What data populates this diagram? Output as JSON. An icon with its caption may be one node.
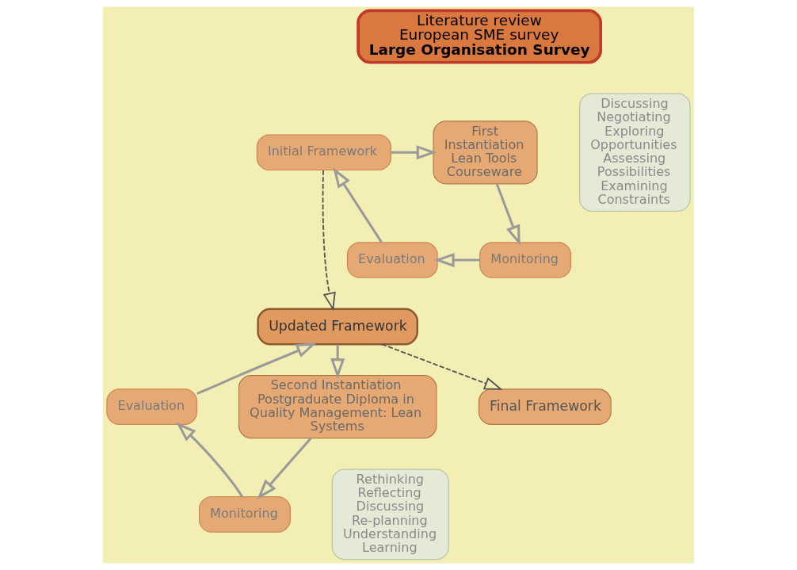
{
  "diagram": {
    "nodes": [
      {
        "text": [
          "Literature review",
          "European SME survey",
          "Large Organisation Survey"
        ]
      },
      {
        "text": [
          "Initial Framework"
        ]
      },
      {
        "text": [
          "Evaluation"
        ]
      },
      {
        "text": [
          "First Instantiation Lean Tools Courseware"
        ]
      },
      {
        "text": [
          "Monitoring"
        ]
      },
      {
        "text": [
          "Updated Framework"
        ]
      },
      {
        "text": [
          "Evaluation"
        ]
      },
      {
        "text": [
          "Second Instantiation Postgraduate Diploma in Quality Management: Lean Systems"
        ]
      },
      {
        "text": [
          "Monitoring"
        ]
      },
      {
        "text": [
          "Final Framework"
        ]
      },
      {
        "text": [
          "Discussing",
          "Negotiating",
          "Exploring",
          "Opportunities",
          "Assessing",
          "Possibilities",
          "Examining",
          "Constraints"
        ]
      },
      {
        "text": [
          "Rethinking",
          "Reflecting",
          "Discussing",
          "Re-planning",
          "Understanding",
          "Learning"
        ]
      }
    ],
    "edges": [
      {
        "from": 2,
        "to": 1,
        "arrow": "to"
      },
      {
        "from": 1,
        "to": 3,
        "arrow": "to"
      },
      {
        "from": 3,
        "to": 4,
        "arrow": "to"
      },
      {
        "from": 4,
        "to": 2,
        "arrow": "to"
      },
      {
        "from": 1,
        "to": 5,
        "arrow": "to",
        "style": "dashed"
      },
      {
        "from": 6,
        "to": 5,
        "arrow": "to"
      },
      {
        "from": 5,
        "to": 7,
        "arrow": "to"
      },
      {
        "from": 7,
        "to": 8,
        "arrow": "to"
      },
      {
        "from": 8,
        "to": 6,
        "arrow": "to"
      },
      {
        "from": 5,
        "to": 9,
        "arrow": "to",
        "style": "dashed"
      }
    ]
  }
}
